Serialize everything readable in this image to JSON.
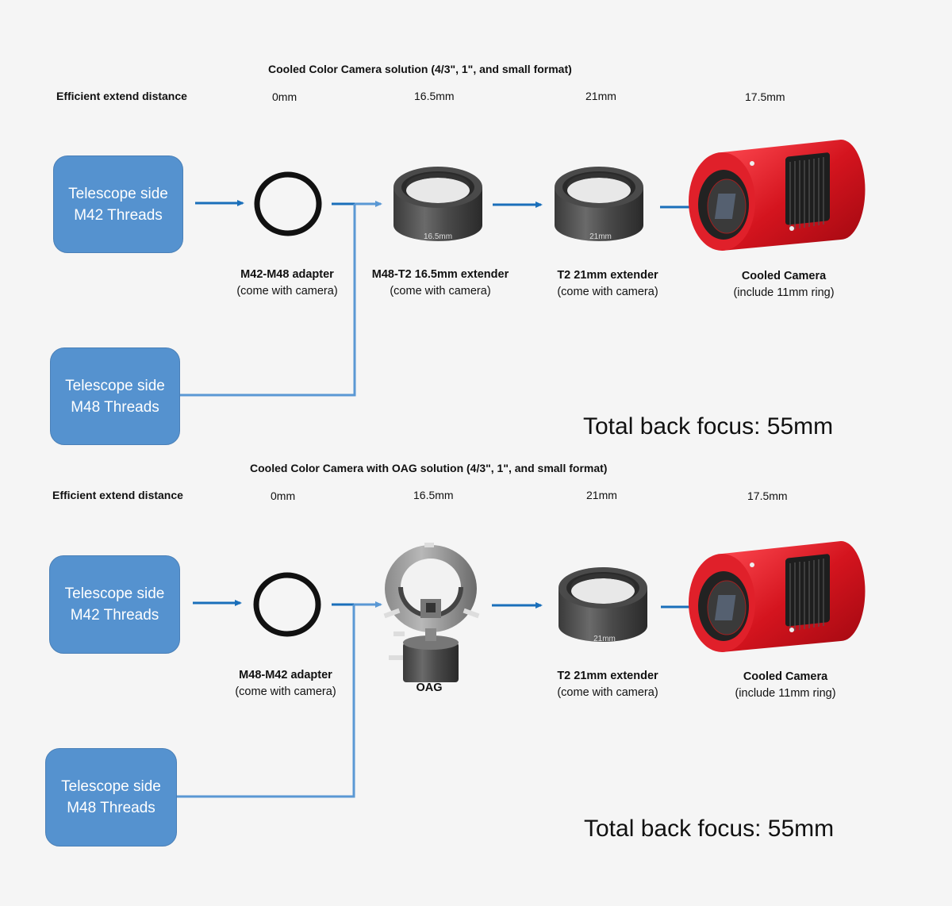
{
  "sections": [
    {
      "title": "Cooled Color Camera solution (4/3\", 1\", and small format)",
      "distance_label": "Efficient extend distance",
      "distances": [
        "0mm",
        "16.5mm",
        "21mm",
        "17.5mm"
      ],
      "inputs": [
        {
          "line1": "Telescope side",
          "line2": "M42 Threads"
        },
        {
          "line1": "Telescope side",
          "line2": "M48 Threads"
        }
      ],
      "components": [
        {
          "name": "M42-M48 adapter",
          "note": "(come with camera)",
          "icon": "adapter-ring-icon"
        },
        {
          "name": "M48-T2 16.5mm extender",
          "note": "(come with camera)",
          "icon": "extender-tube-icon",
          "engraving": "16.5mm"
        },
        {
          "name": "T2 21mm extender",
          "note": "(come with camera)",
          "icon": "extender-tube-icon",
          "engraving": "21mm"
        },
        {
          "name": "Cooled Camera",
          "note": "(include 11mm ring)",
          "icon": "cooled-camera-icon"
        }
      ],
      "total": "Total back focus: 55mm"
    },
    {
      "title": "Cooled Color Camera with OAG solution (4/3\", 1\", and small format)",
      "distance_label": "Efficient extend distance",
      "distances": [
        "0mm",
        "16.5mm",
        "21mm",
        "17.5mm"
      ],
      "inputs": [
        {
          "line1": "Telescope side",
          "line2": "M42 Threads"
        },
        {
          "line1": "Telescope side",
          "line2": "M48 Threads"
        }
      ],
      "components": [
        {
          "name": "M48-M42 adapter",
          "note": "(come with camera)",
          "icon": "adapter-ring-icon"
        },
        {
          "name": "OAG",
          "note": "",
          "icon": "off-axis-guider-icon"
        },
        {
          "name": "T2 21mm extender",
          "note": "(come with camera)",
          "icon": "extender-tube-icon",
          "engraving": "21mm"
        },
        {
          "name": "Cooled Camera",
          "note": "(include 11mm ring)",
          "icon": "cooled-camera-icon"
        }
      ],
      "total": "Total back focus: 55mm"
    }
  ],
  "colors": {
    "background": "#f5f5f5",
    "box_fill": "#5592cf",
    "arrow_dark": "#1a6fba",
    "connector_light": "#5a98d4",
    "camera_red": "#d4141e"
  }
}
